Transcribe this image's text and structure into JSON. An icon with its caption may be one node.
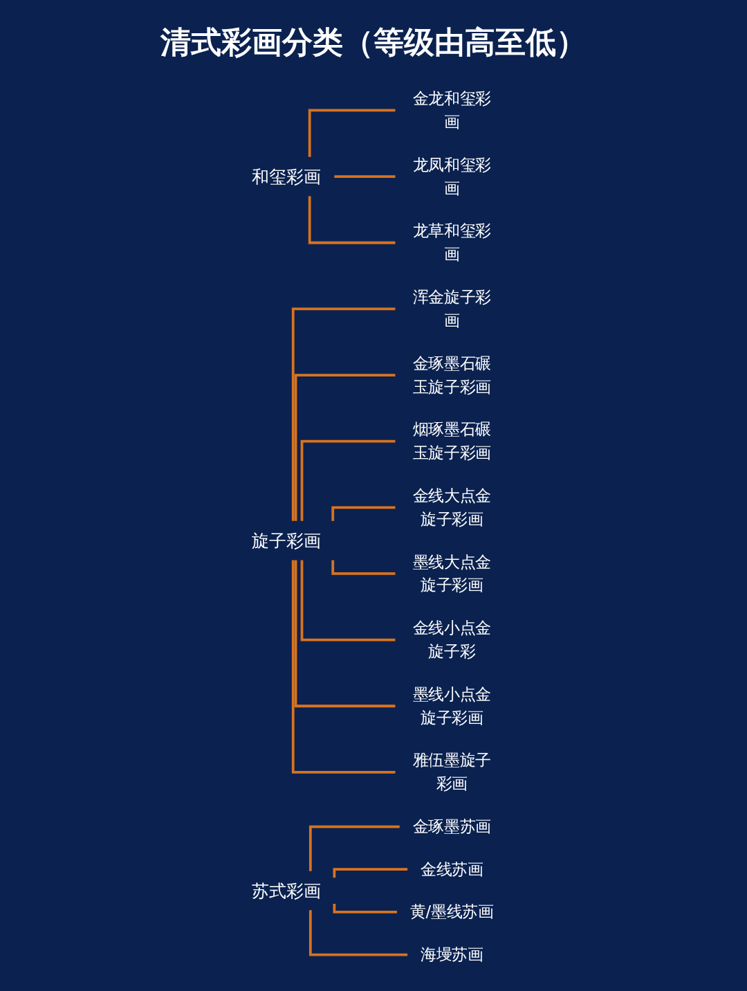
{
  "diagram": {
    "title": "清式彩画分类（等级由高至低）",
    "nodes": [
      {
        "text": [
          "和玺彩画"
        ]
      },
      {
        "text": [
          "金龙和玺彩画"
        ]
      },
      {
        "text": [
          "龙凤和玺彩画"
        ]
      },
      {
        "text": [
          "龙草和玺彩画"
        ]
      },
      {
        "text": [
          "旋子彩画"
        ]
      },
      {
        "text": [
          "浑金旋子彩画"
        ]
      },
      {
        "text": [
          "金琢墨石碾玉旋子彩画"
        ]
      },
      {
        "text": [
          "烟琢墨石碾玉旋子彩画"
        ]
      },
      {
        "text": [
          "金线大点金旋子彩画"
        ]
      },
      {
        "text": [
          "墨线大点金旋子彩画"
        ]
      },
      {
        "text": [
          "金线小点金旋子彩"
        ]
      },
      {
        "text": [
          "墨线小点金旋子彩画"
        ]
      },
      {
        "text": [
          "雅伍墨旋子彩画"
        ]
      },
      {
        "text": [
          "苏式彩画"
        ]
      },
      {
        "text": [
          "金琢墨苏画"
        ]
      },
      {
        "text": [
          "金线苏画"
        ]
      },
      {
        "text": [
          "黄/墨线苏画"
        ]
      },
      {
        "text": [
          "海墁苏画"
        ]
      }
    ],
    "edges": [
      {
        "from": 0,
        "to": 1,
        "arrow": "none"
      },
      {
        "from": 0,
        "to": 2,
        "arrow": "none"
      },
      {
        "from": 0,
        "to": 3,
        "arrow": "none"
      },
      {
        "from": 4,
        "to": 5,
        "arrow": "none"
      },
      {
        "from": 4,
        "to": 6,
        "arrow": "none"
      },
      {
        "from": 4,
        "to": 7,
        "arrow": "none"
      },
      {
        "from": 4,
        "to": 8,
        "arrow": "none"
      },
      {
        "from": 4,
        "to": 9,
        "arrow": "none"
      },
      {
        "from": 4,
        "to": 10,
        "arrow": "none"
      },
      {
        "from": 4,
        "to": 11,
        "arrow": "none"
      },
      {
        "from": 4,
        "to": 12,
        "arrow": "none"
      },
      {
        "from": 13,
        "to": 14,
        "arrow": "none"
      },
      {
        "from": 13,
        "to": 15,
        "arrow": "none"
      },
      {
        "from": 13,
        "to": 16,
        "arrow": "none"
      },
      {
        "from": 13,
        "to": 17,
        "arrow": "none"
      }
    ]
  }
}
